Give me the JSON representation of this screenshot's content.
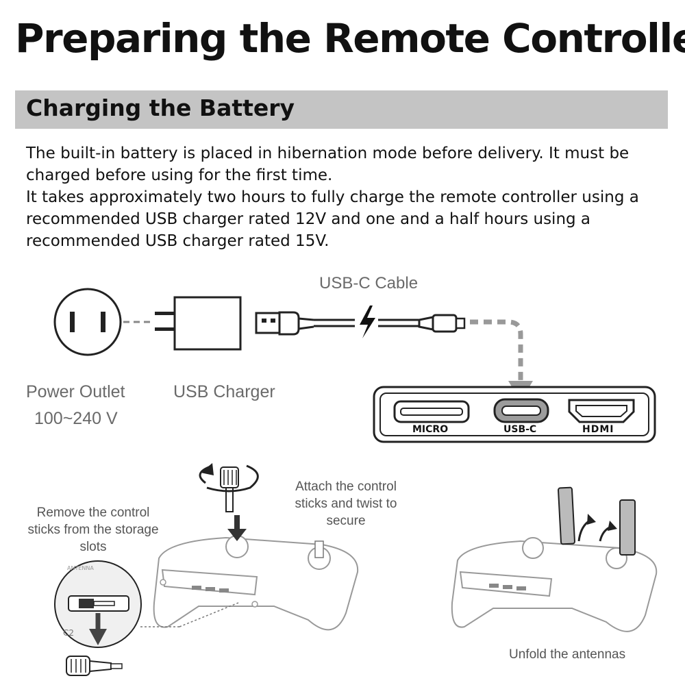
{
  "page": {
    "title": "Preparing the Remote Controller",
    "section_title": "Charging the Battery",
    "paragraphs": [
      "The built-in battery is placed in hibernation mode before delivery. It must be charged before using for the first time.",
      "It takes approximately two hours to fully charge the remote controller using a recommended USB charger rated 12V and one and a half hours using a recommended USB charger rated 15V."
    ]
  },
  "charging_diagram": {
    "cable_label": "USB-C Cable",
    "outlet_label": "Power Outlet",
    "outlet_voltage": "100~240 V",
    "charger_label": "USB Charger",
    "ports": {
      "micro": "MICRO",
      "usbc": "USB-C",
      "hdmi": "HDMI"
    }
  },
  "assembly_diagram": {
    "step_remove": "Remove the control sticks from the storage slots",
    "step_attach": "Attach the control sticks and twist to secure",
    "step_antennas": "Unfold the antennas",
    "slot_label": "C2",
    "antenna_text": "ANTENNA"
  },
  "icons": [
    "lightning-icon",
    "rotate-arrow-icon",
    "down-arrow-icon",
    "curved-arrow-icon"
  ]
}
